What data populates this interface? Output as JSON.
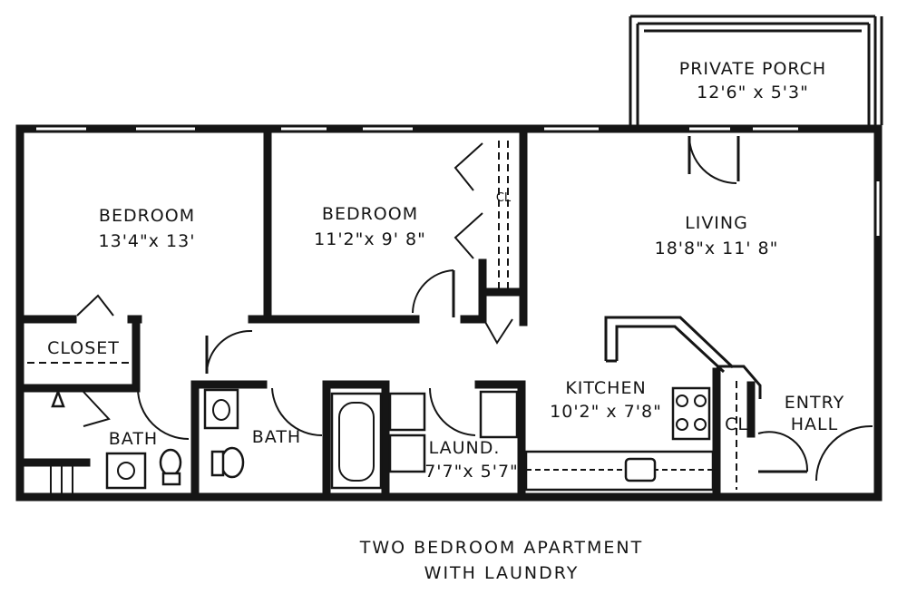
{
  "title": {
    "line1": "TWO BEDROOM APARTMENT",
    "line2": "WITH LAUNDRY"
  },
  "rooms": {
    "bedroom1": {
      "name": "BEDROOM",
      "dims": "13'4\"x 13'"
    },
    "bedroom2": {
      "name": "BEDROOM",
      "dims": "11'2\"x 9' 8\""
    },
    "living": {
      "name": "LIVING",
      "dims": "18'8\"x 11' 8\""
    },
    "porch": {
      "name": "PRIVATE PORCH",
      "dims": "12'6\" x 5'3\""
    },
    "kitchen": {
      "name": "KITCHEN",
      "dims": "10'2\" x 7'8\""
    },
    "entry": {
      "name": "ENTRY",
      "name2": "HALL"
    },
    "closet": {
      "name": "CLOSET"
    },
    "bath1": {
      "name": "BATH"
    },
    "bath2": {
      "name": "BATH"
    },
    "laundry": {
      "name": "LAUND.",
      "dims": "7'7\"x 5'7\""
    },
    "cl1": {
      "name": "CL"
    },
    "cl2": {
      "name": "CL"
    }
  }
}
